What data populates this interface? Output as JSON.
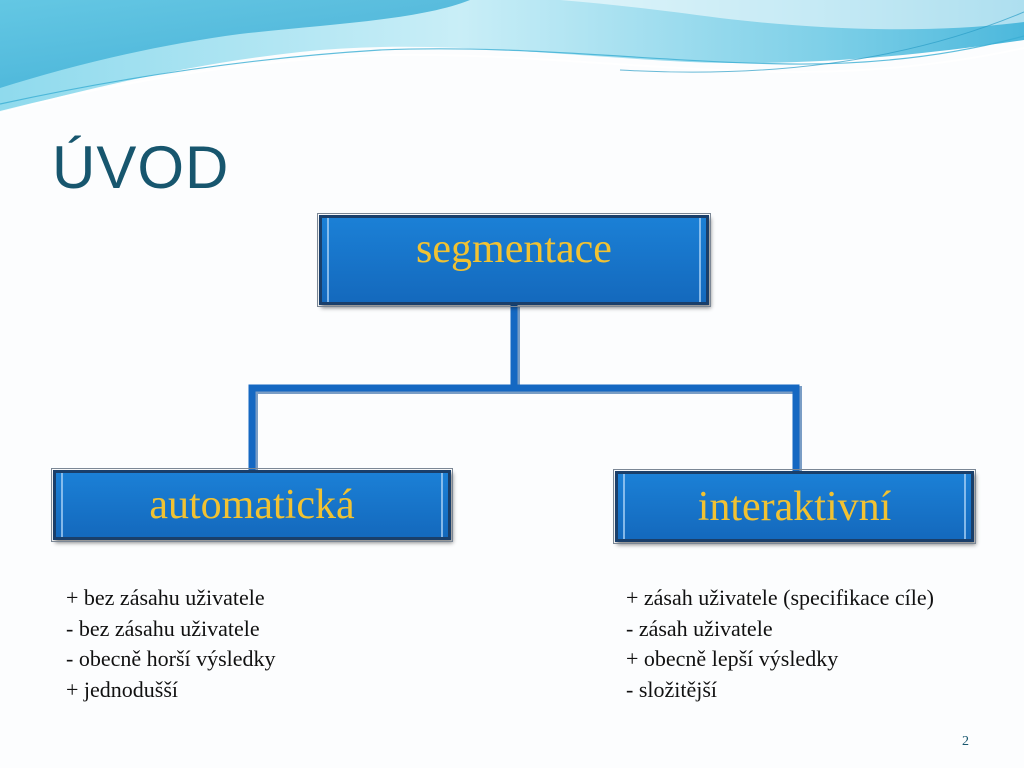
{
  "slide": {
    "title": "ÚVOD",
    "page_number": "2"
  },
  "diagram": {
    "root": {
      "label": "segmentace"
    },
    "children": [
      {
        "label": "automatická",
        "notes": [
          "+ bez zásahu uživatele",
          "- bez zásahu uživatele",
          "- obecně horší výsledky",
          "+ jednodušší"
        ]
      },
      {
        "label": "interaktivní",
        "notes": [
          "+ zásah uživatele (specifikace cíle)",
          "- zásah uživatele",
          "+ obecně lepší výsledky",
          "- složitější"
        ]
      }
    ]
  },
  "colors": {
    "title": "#17566e",
    "node_fill": "#1873c9",
    "node_text": "#f1c232",
    "connector": "#1565c0",
    "wave_light": "#bfeaf5",
    "wave_dark": "#3aaed3"
  }
}
